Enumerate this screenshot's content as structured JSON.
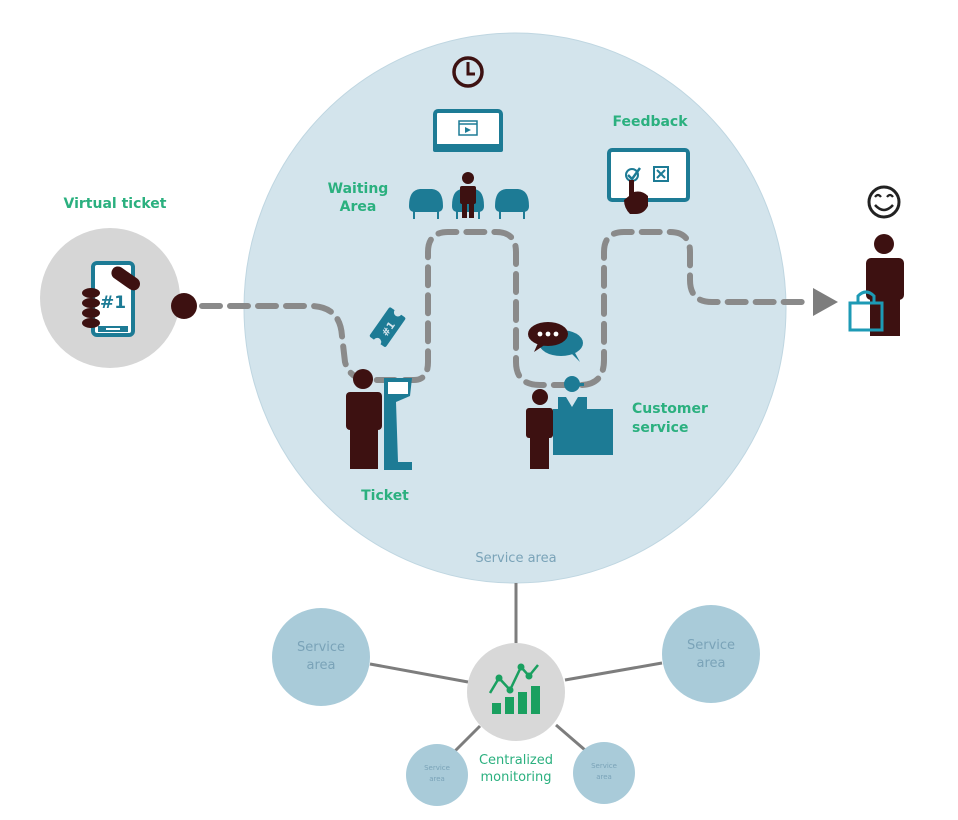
{
  "title": "Queue management customer journey",
  "colors": {
    "service_area_main": "#d3e4ec",
    "service_area_small": "#a9cbd9",
    "monitoring_circle": "#d8d8d8",
    "virtual_ticket_circle": "#d6d6d6",
    "label_green": "#2bb07f",
    "icon_teal": "#1d7b95",
    "person_brown": "#3d1111",
    "path_grey": "#8a8a8a",
    "service_text": "#7aa3b8",
    "chart_green": "#1aa060"
  },
  "stages": {
    "virtual_ticket": {
      "label": "Virtual ticket",
      "icon": "phone-hand-icon",
      "phone_text": "#1"
    },
    "ticket": {
      "label": "Ticket",
      "icon": "kiosk-icon",
      "ticket_text": "#1"
    },
    "waiting_area": {
      "label_line1": "Waiting",
      "label_line2": "Area",
      "icons": [
        "clock-icon",
        "video-screen-icon",
        "chairs-icon"
      ]
    },
    "customer_service": {
      "label_line1": "Customer",
      "label_line2": "service",
      "icons": [
        "chat-bubbles-icon",
        "agent-desk-icon"
      ]
    },
    "feedback": {
      "label": "Feedback",
      "icons": [
        "feedback-screen-icon",
        "check-icon",
        "cross-icon",
        "pointing-hand-icon"
      ]
    },
    "exit": {
      "icons": [
        "smiley-icon",
        "customer-with-bag-icon"
      ]
    }
  },
  "network": {
    "main_area_label": "Service area",
    "center_label_line1": "Centralized",
    "center_label_line2": "monitoring",
    "nodes": [
      {
        "line1": "Service",
        "line2": "area",
        "size": "large"
      },
      {
        "line1": "Service",
        "line2": "area",
        "size": "large"
      },
      {
        "line1": "Service",
        "line2": "area",
        "size": "small"
      },
      {
        "line1": "Service",
        "line2": "area",
        "size": "small"
      }
    ]
  }
}
